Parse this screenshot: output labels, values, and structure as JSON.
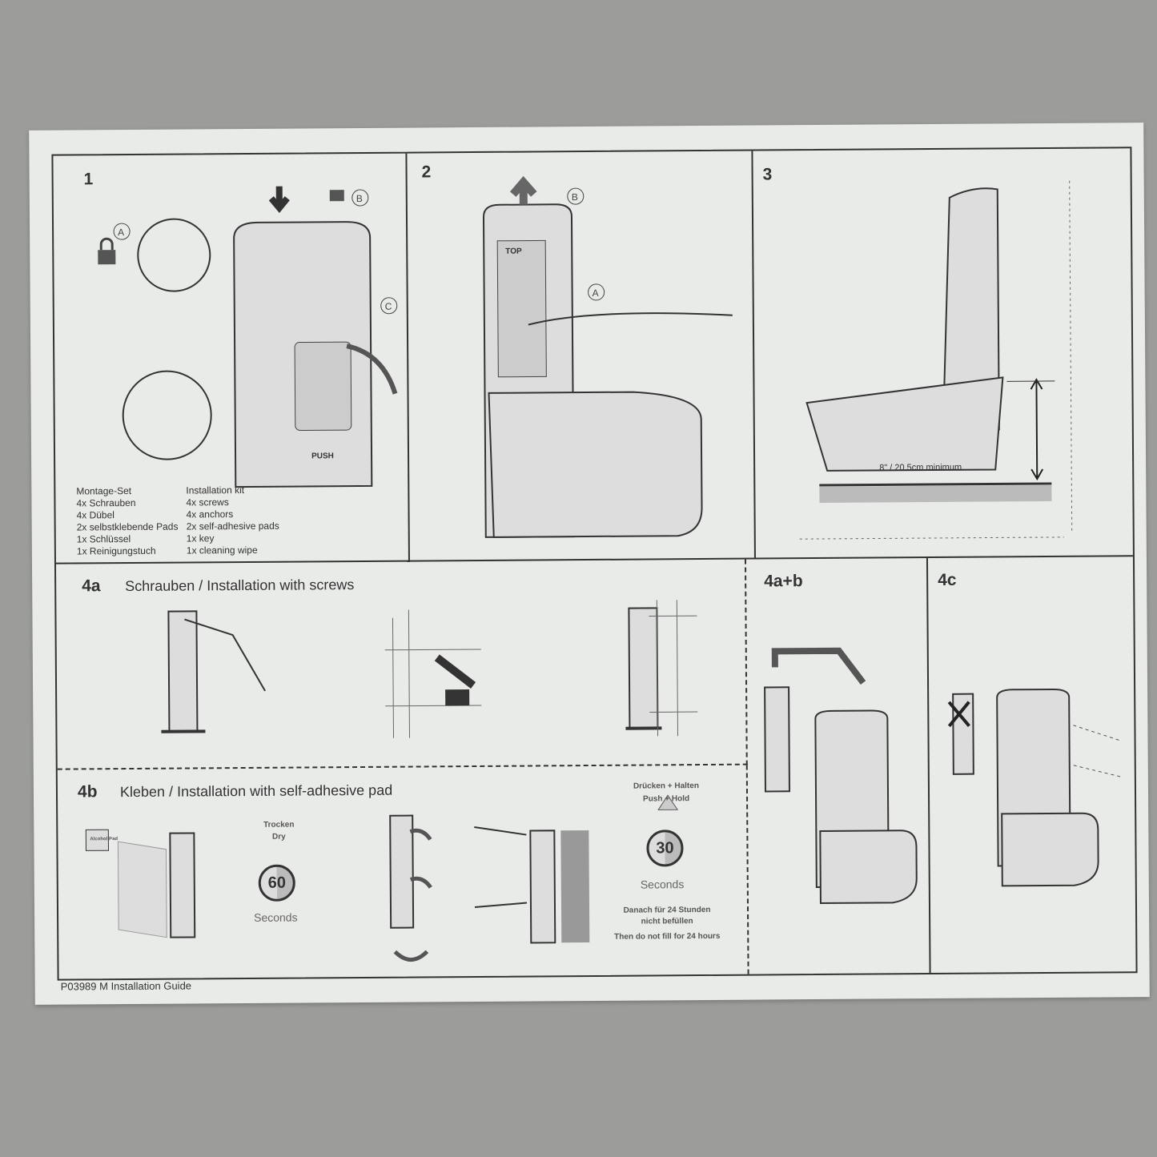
{
  "panels": {
    "p1": {
      "number": "1",
      "labels": [
        "A",
        "B",
        "C"
      ],
      "push_label": "PUSH",
      "kit_de": {
        "title": "Montage-Set",
        "items": [
          "4x Schrauben",
          "4x Dübel",
          "2x selbstklebende Pads",
          "1x Schlüssel",
          "1x Reinigungstuch"
        ]
      },
      "kit_en": {
        "title": "Installation kit",
        "items": [
          "4x screws",
          "4x anchors",
          "2x self-adhesive pads",
          "1x key",
          "1x cleaning wipe"
        ]
      }
    },
    "p2": {
      "number": "2",
      "labels": [
        "B",
        "A"
      ],
      "top_label": "TOP"
    },
    "p3": {
      "number": "3",
      "measurement": "8\" / 20.5cm minimum"
    },
    "p4a": {
      "number": "4a",
      "title": "Schrauben / Installation with screws"
    },
    "p4b": {
      "number": "4b",
      "title": "Kleben / Installation with self-adhesive pad",
      "dry_de": "Trocken",
      "dry_en": "Dry",
      "timer1": "60",
      "seconds1": "Seconds",
      "alcohol_pad": "Alcohol Pad",
      "push_de": "Drücken + Halten",
      "push_en": "Push + Hold",
      "timer2": "30",
      "seconds2": "Seconds",
      "wait_de_1": "Danach für 24 Stunden",
      "wait_de_2": "nicht befüllen",
      "wait_en": "Then do not fill for 24 hours"
    },
    "p4ab": {
      "number": "4a+b"
    },
    "p4c": {
      "number": "4c"
    }
  },
  "footer": "P03989 M Installation Guide"
}
